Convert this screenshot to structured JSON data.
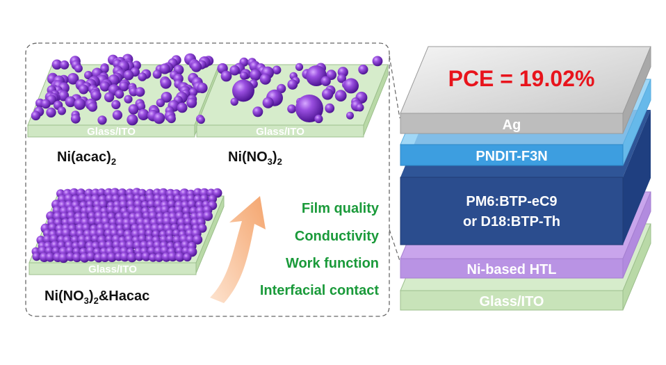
{
  "left_panel": {
    "films": [
      {
        "substrate": "Glass/ITO",
        "label_main": "Ni(acac)",
        "label_sub": "2",
        "label_tail": ""
      },
      {
        "substrate": "Glass/ITO",
        "label_main": "Ni(NO",
        "label_sub": "3",
        "label_tail": ")",
        "label_sub2": "2"
      },
      {
        "substrate": "Glass/ITO",
        "label_main": "Ni(NO",
        "label_sub": "3",
        "label_tail": ")",
        "label_sub2": "2",
        "label_tail2": "&Hacac"
      }
    ],
    "improvements": [
      "Film quality",
      "Conductivity",
      "Work function",
      "Interfacial contact"
    ]
  },
  "device_stack": {
    "pce_text": "PCE = 19.02%",
    "layers": [
      {
        "name": "Ag"
      },
      {
        "name": "PNDIT-F3N"
      },
      {
        "name": "PM6:BTP-eC9",
        "name2": "or D18:BTP-Th"
      },
      {
        "name": "Ni-based HTL"
      },
      {
        "name": "Glass/ITO"
      }
    ]
  },
  "colors": {
    "particle": "#7b2fc9",
    "substrate": "#d6eccb",
    "improvement_text": "#1a9a3a",
    "pce_text": "#e8141c",
    "arrow": "#f7b98c"
  }
}
